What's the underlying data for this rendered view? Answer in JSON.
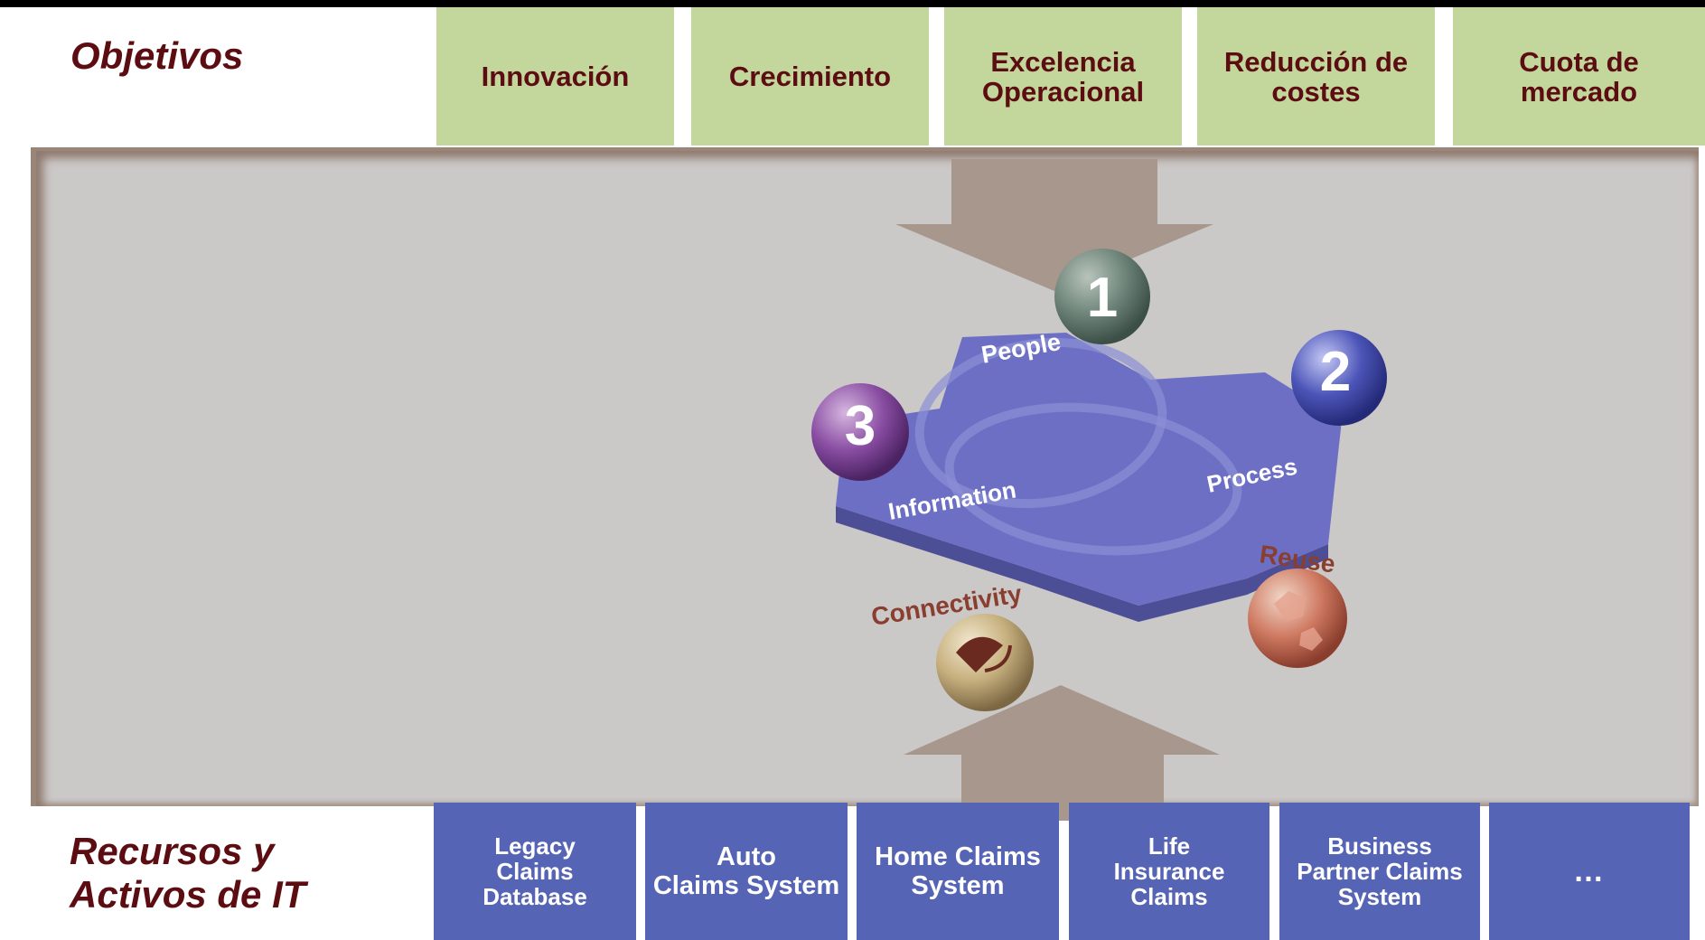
{
  "objectives": {
    "title": "Objetivos",
    "items": [
      {
        "line1": "Innovación",
        "line2": ""
      },
      {
        "line1": "Crecimiento",
        "line2": ""
      },
      {
        "line1": "Excelencia",
        "line2": "Operacional"
      },
      {
        "line1": "Reducción de",
        "line2": "costes"
      },
      {
        "line1": "Cuota de",
        "line2": "mercado"
      }
    ]
  },
  "resources": {
    "title_line1": "Recursos y",
    "title_line2": "Activos de IT",
    "items": [
      {
        "line1": "Legacy",
        "line2": "Claims",
        "line3": "Database"
      },
      {
        "line1": "Auto",
        "line2": "Claims System",
        "line3": ""
      },
      {
        "line1": "Home Claims",
        "line2": "System",
        "line3": ""
      },
      {
        "line1": "Life",
        "line2": "Insurance",
        "line3": "Claims"
      },
      {
        "line1": "Business",
        "line2": "Partner Claims",
        "line3": "System"
      },
      {
        "line1": "…",
        "line2": "",
        "line3": ""
      }
    ]
  },
  "diagram": {
    "labels": {
      "people": "People",
      "process": "Process",
      "information": "Information",
      "connectivity": "Connectivity",
      "reuse": "Reuse"
    },
    "spheres": {
      "one": "1",
      "two": "2",
      "three": "3"
    },
    "colors": {
      "goal_bg": "#c3d69b",
      "asset_bg": "#5564b5",
      "platform": "#6d6fc4",
      "arrow": "#a8978c",
      "title_text": "#5b0d12"
    }
  }
}
